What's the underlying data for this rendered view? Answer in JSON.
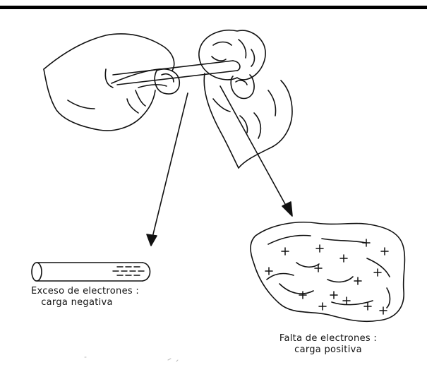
{
  "figure": {
    "label_negative": {
      "line1": "Exceso de electrones :",
      "line2": "carga negativa"
    },
    "label_positive": {
      "line1": "Falta de electrones :",
      "line2": "carga positiva"
    },
    "charge_symbols": {
      "negative": "—",
      "positive": "+"
    }
  }
}
